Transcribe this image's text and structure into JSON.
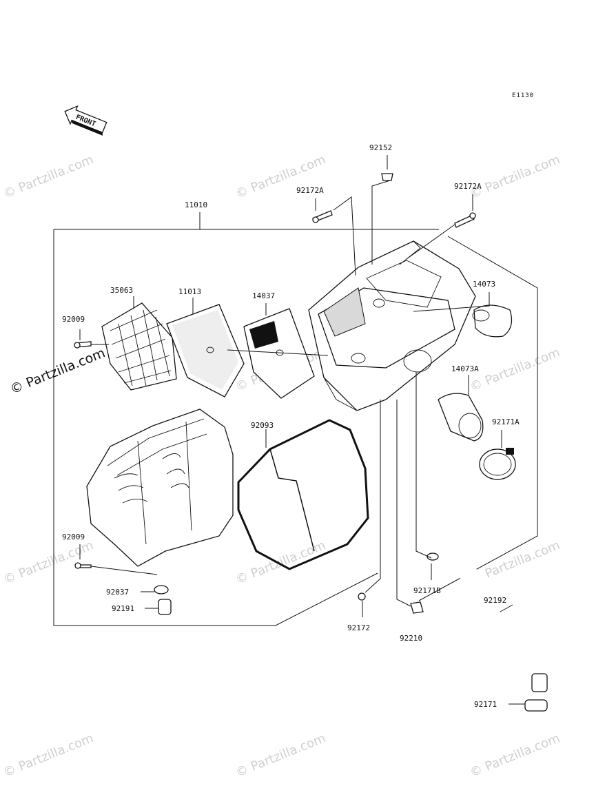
{
  "diagram_code": "E1130",
  "front_label": "FRONT",
  "watermark": "© Partzilla.com",
  "side_watermark": "© Partzilla.com",
  "parts": [
    {
      "number": "11010"
    },
    {
      "number": "92172A"
    },
    {
      "number": "92152"
    },
    {
      "number": "92172A"
    },
    {
      "number": "35063"
    },
    {
      "number": "11013"
    },
    {
      "number": "14037"
    },
    {
      "number": "14073"
    },
    {
      "number": "92009"
    },
    {
      "number": "14073A"
    },
    {
      "number": "92093"
    },
    {
      "number": "92171A"
    },
    {
      "number": "92009"
    },
    {
      "number": "92037"
    },
    {
      "number": "92191"
    },
    {
      "number": "92171B"
    },
    {
      "number": "92192"
    },
    {
      "number": "92172"
    },
    {
      "number": "92210"
    },
    {
      "number": "92171"
    }
  ]
}
